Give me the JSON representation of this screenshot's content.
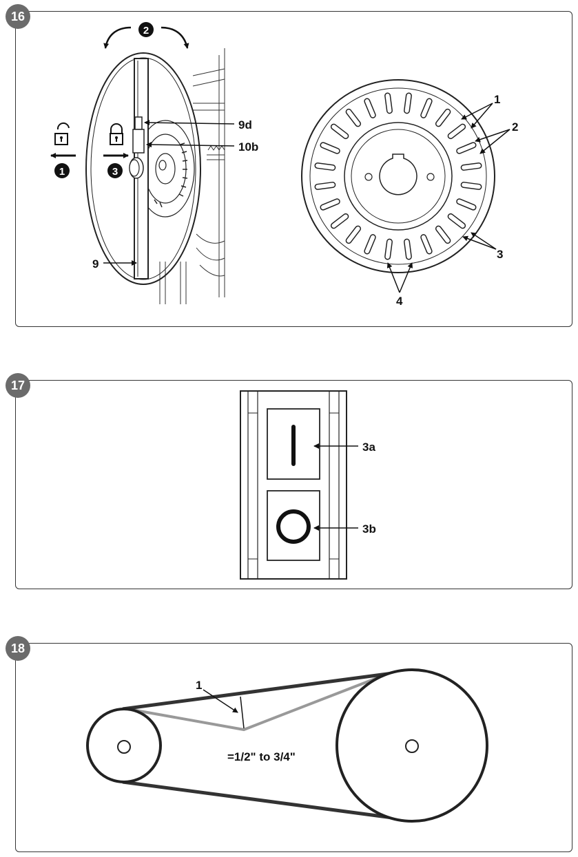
{
  "figures": [
    {
      "number": "16",
      "step_labels": [
        "1",
        "2",
        "3"
      ],
      "callouts": {
        "c9d": "9d",
        "c10b": "10b",
        "c9": "9"
      },
      "disc_callouts": [
        "1",
        "2",
        "3",
        "4"
      ]
    },
    {
      "number": "17",
      "callouts": {
        "c3a": "3a",
        "c3b": "3b"
      }
    },
    {
      "number": "18",
      "callout": "1",
      "deflection_text": "=1/2\" to 3/4\""
    }
  ]
}
